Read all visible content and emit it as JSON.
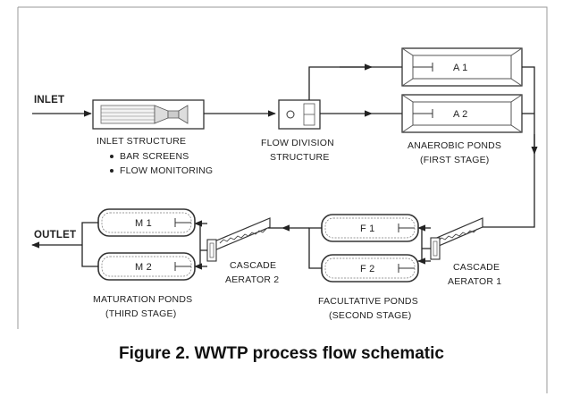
{
  "labels": {
    "inlet": "INLET",
    "outlet": "OUTLET",
    "inlet_structure": "INLET STRUCTURE",
    "bar_screens": "BAR SCREENS",
    "flow_monitoring": "FLOW MONITORING",
    "flow_division_1": "FLOW DIVISION",
    "flow_division_2": "STRUCTURE",
    "anaerobic_1": "ANAEROBIC PONDS",
    "anaerobic_2": "(FIRST STAGE)",
    "facultative_1": "FACULTATIVE PONDS",
    "facultative_2": "(SECOND STAGE)",
    "maturation_1": "MATURATION PONDS",
    "maturation_2": "(THIRD STAGE)",
    "cascade1_1": "CASCADE",
    "cascade1_2": "AERATOR 1",
    "cascade2_1": "CASCADE",
    "cascade2_2": "AERATOR 2"
  },
  "ponds": {
    "a1": "A 1",
    "a2": "A 2",
    "f1": "F 1",
    "f2": "F 2",
    "m1": "M 1",
    "m2": "M 2"
  },
  "caption": "Figure 2. WWTP process flow schematic"
}
